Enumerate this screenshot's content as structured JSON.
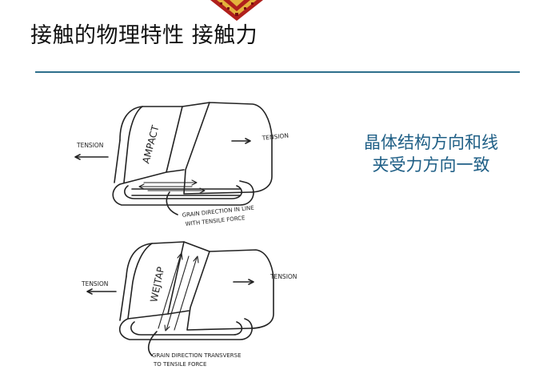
{
  "slide": {
    "title": "接触的物理特性  接触力",
    "caption_lines": [
      "晶体结构方向和线",
      "夹受力方向一致"
    ]
  },
  "figure_top": {
    "tape_label": "AMPACT",
    "tension_left": "TENSION",
    "tension_right": "TENSION",
    "note_line1": "GRAIN DIRECTION IN LINE",
    "note_line2": "WITH TENSILE FORCE"
  },
  "figure_bottom": {
    "tape_label": "WEJTAP",
    "tension_left": "TENSION",
    "tension_right": "TENSION",
    "note_line1": "GRAIN DIRECTION TRANSVERSE",
    "note_line2": "TO TENSILE FORCE"
  },
  "colors": {
    "rule": "#2e6f8c",
    "caption": "#1f5f86",
    "logo_red": "#b0201c",
    "logo_gold": "#e3b23c"
  },
  "icons": [
    "ornament-logo-icon"
  ]
}
